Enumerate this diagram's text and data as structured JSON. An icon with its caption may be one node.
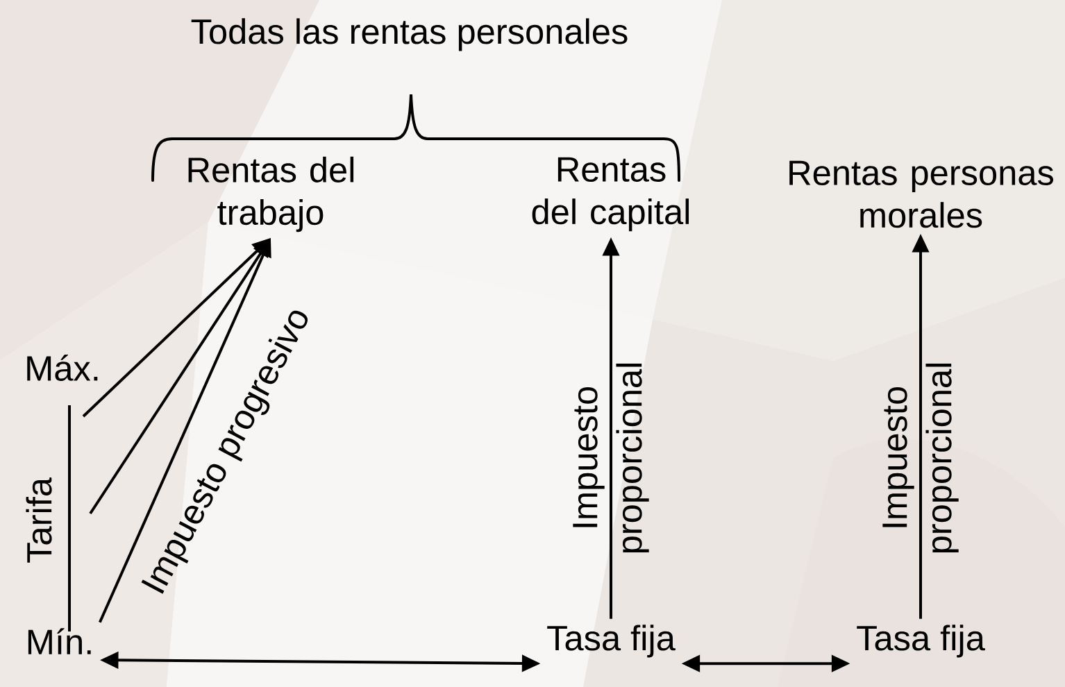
{
  "diagram": {
    "nodes": [
      {
        "text": [
          "Rentas del trabajo"
        ]
      },
      {
        "text": [
          "Rentas del capital"
        ]
      },
      {
        "text": [
          "Rentas personas morales"
        ]
      },
      {
        "text": [
          "Mín."
        ]
      },
      {
        "text": [
          "Tasa fija"
        ]
      },
      {
        "text": [
          "Tasa fija"
        ]
      }
    ],
    "edges": [
      {
        "from": null,
        "to": 0,
        "arrow": "to"
      },
      {
        "from": null,
        "to": 0,
        "arrow": "to"
      },
      {
        "from": 3,
        "to": 0,
        "arrow": "to",
        "label": "Impuesto progresivo"
      },
      {
        "from": 4,
        "to": 1,
        "arrow": "to",
        "label": "Impuesto proporcional"
      },
      {
        "from": 5,
        "to": 2,
        "arrow": "to",
        "label": "Impuesto proporcional"
      },
      {
        "from": 3,
        "to": 4,
        "arrow": "both"
      },
      {
        "from": 4,
        "to": 5,
        "arrow": "both"
      }
    ],
    "labels": [
      "Todas las rentas personales",
      "Máx.",
      "Tarifa"
    ]
  }
}
